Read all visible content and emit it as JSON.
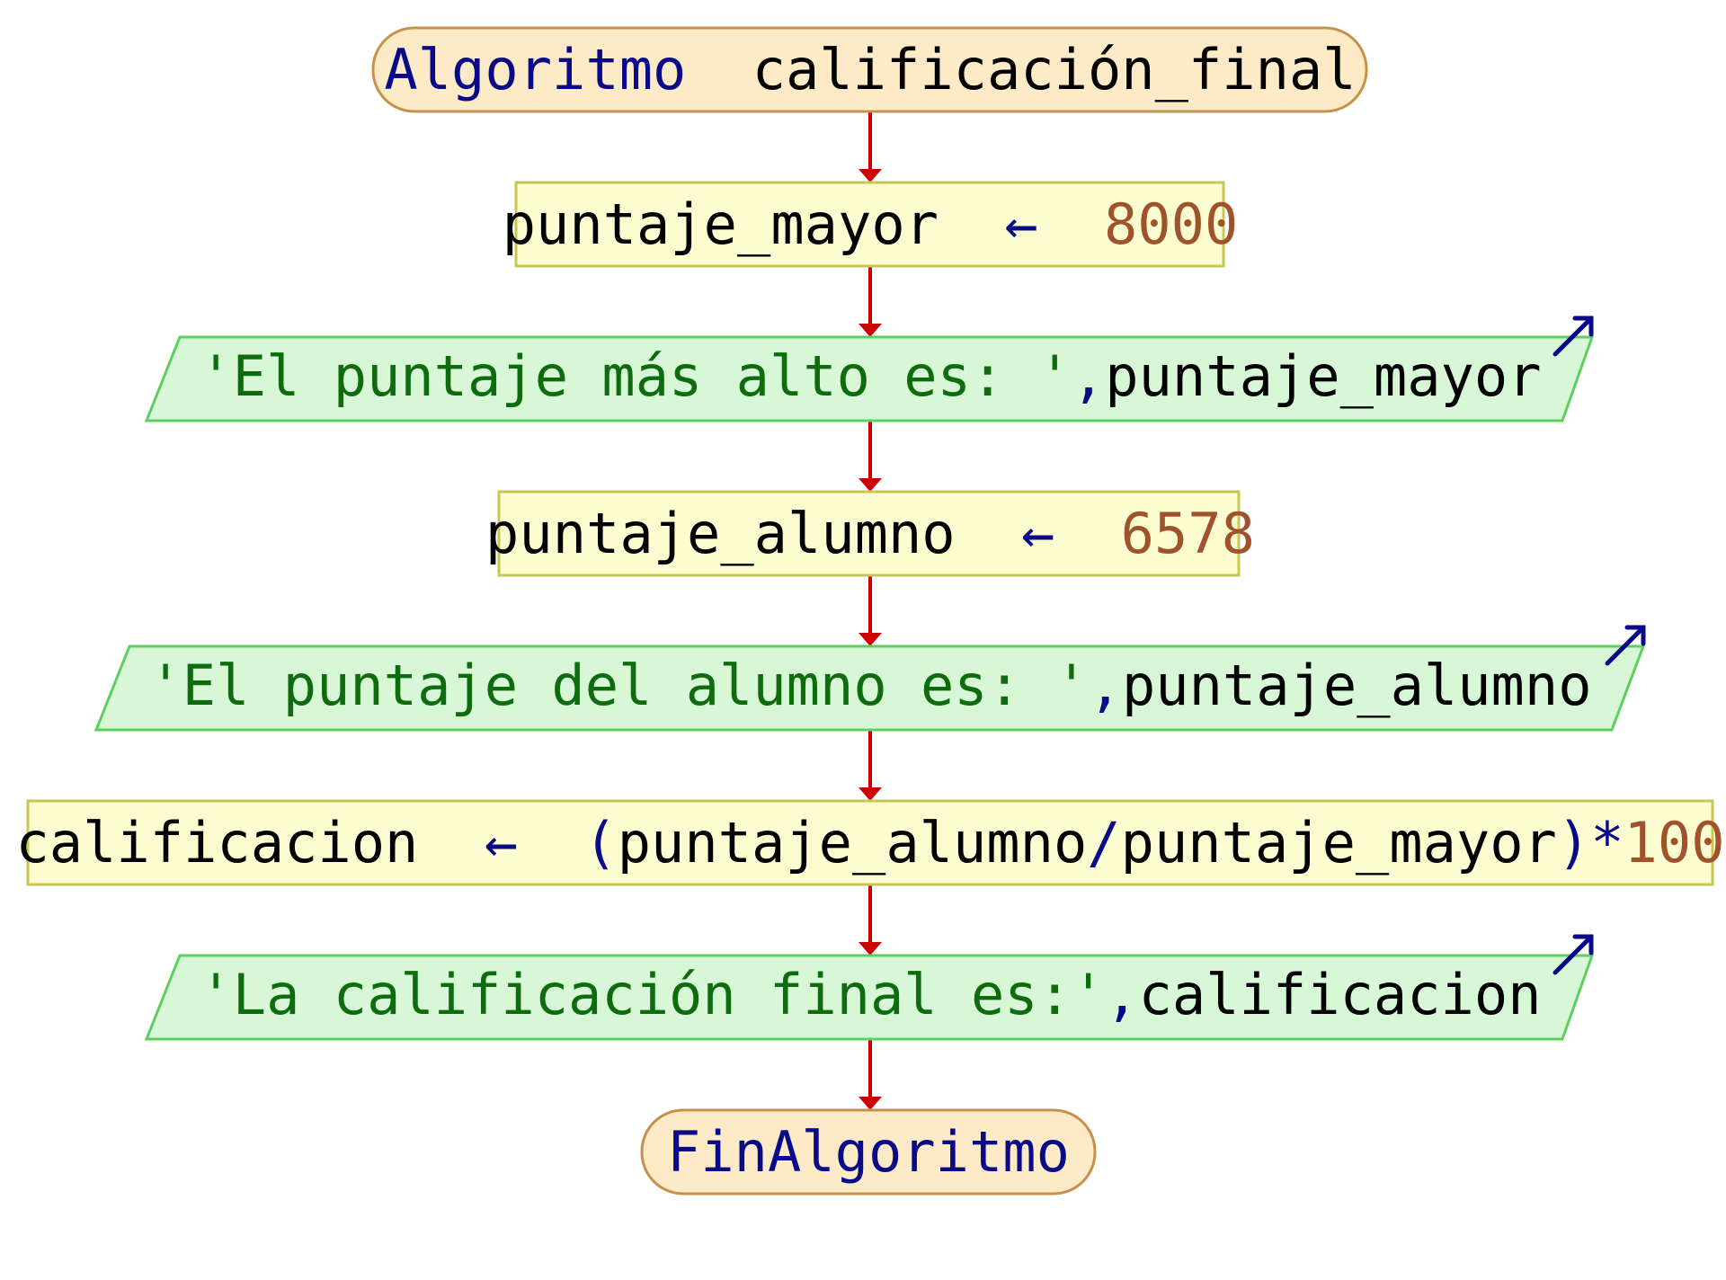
{
  "colors": {
    "terminal_fill": "#fdebc8",
    "terminal_stroke": "#c8914a",
    "process_fill": "#fdfdd2",
    "process_stroke": "#c8c850",
    "io_fill": "#d7f7d7",
    "io_stroke": "#5ecf5e",
    "arrow": "#cc0000",
    "keyword": "#0a0a88",
    "number": "#a0522d",
    "string": "#0e6b0e",
    "variable": "#000000"
  },
  "nodes": {
    "start": {
      "keyword": "Algoritmo",
      "name": "calificación_final"
    },
    "assign1": {
      "var": "puntaje_mayor",
      "arrow": "←",
      "value": "8000"
    },
    "output1": {
      "string": "'El puntaje más alto es: '",
      "comma": ",",
      "var": "puntaje_mayor"
    },
    "assign2": {
      "var": "puntaje_alumno",
      "arrow": "←",
      "value": "6578"
    },
    "output2": {
      "string": "'El puntaje del alumno es: '",
      "comma": ",",
      "var": "puntaje_alumno"
    },
    "assign3": {
      "var": "calificacion",
      "arrow": "←",
      "lparen": "(",
      "var_a": "puntaje_alumno",
      "div": "/",
      "var_b": "puntaje_mayor",
      "rparen": ")",
      "mul": "*",
      "value": "100"
    },
    "output3": {
      "string": "'La calificación final es:'",
      "comma": ",",
      "var": "calificacion"
    },
    "end": {
      "keyword": "FinAlgoritmo"
    }
  },
  "icons": {
    "output": "output-arrow-icon",
    "flow": "arrow-down-icon"
  }
}
